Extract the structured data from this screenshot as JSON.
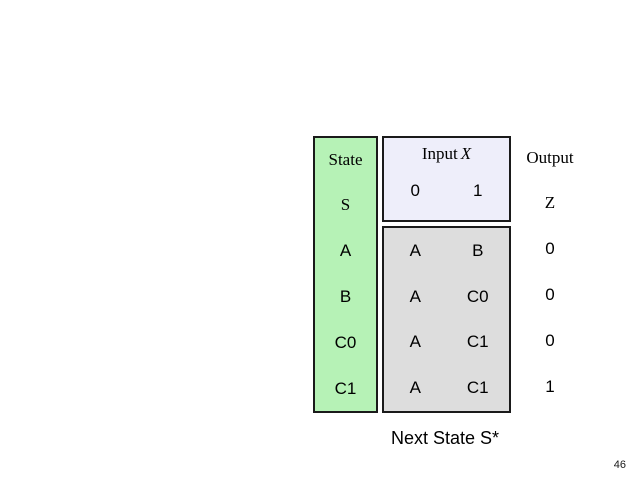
{
  "slide": {
    "page_number": "46",
    "caption": "Next State S*"
  },
  "table": {
    "state_column": {
      "header": "State",
      "subheader": "S",
      "values": [
        "A",
        "B",
        "C0",
        "C1"
      ],
      "fill_color": "#b6f2b6",
      "border_color": "#1a1a1a"
    },
    "input_column": {
      "header_prefix": "Input",
      "header_symbol": "X",
      "bit_labels": [
        "0",
        "1"
      ],
      "fill_color": "#eeeefa",
      "border_color": "#1a1a1a"
    },
    "next_state_body": {
      "fill_color": "#dddddd",
      "border_color": "#1a1a1a",
      "rows": [
        [
          "A",
          "B"
        ],
        [
          "A",
          "C0"
        ],
        [
          "A",
          "C1"
        ],
        [
          "A",
          "C1"
        ]
      ]
    },
    "output_column": {
      "header": "Output",
      "subheader": "Z",
      "values": [
        "0",
        "0",
        "0",
        "1"
      ]
    }
  }
}
